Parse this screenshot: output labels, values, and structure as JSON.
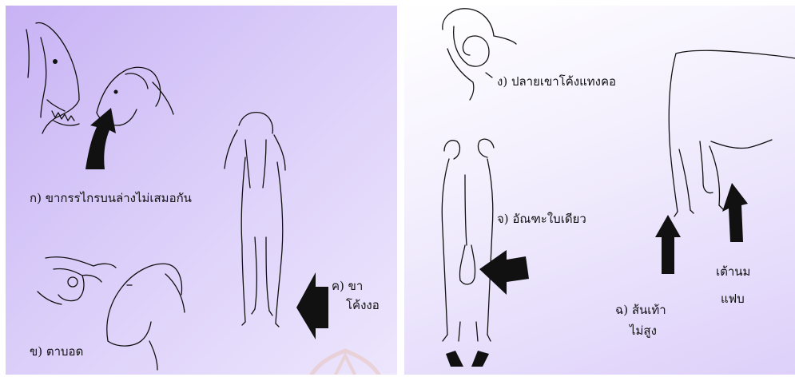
{
  "left_panel": {
    "caption_a": "ก) ขากรรไกรบนล่างไม่เสมอกัน",
    "caption_b": "ข) ตาบอด",
    "caption_c_1": "ค) ขา",
    "caption_c_2": "โค้งงอ"
  },
  "right_panel": {
    "caption_d": "ง) ปลายเขาโค้งแทงคอ",
    "caption_e": "จ) อัณฑะใบเดียว",
    "caption_f_1": "ฉ) ส้นเท้า",
    "caption_f_2": "ไม่สูง",
    "caption_g_1": "เต้านม",
    "caption_g_2": "แฟบ"
  },
  "colors": {
    "left_panel_bg": "#c8b2f4",
    "right_panel_bg": "#f3effd",
    "ink": "#111111"
  },
  "icons": {
    "watermark": "seal-watermark-icon"
  }
}
